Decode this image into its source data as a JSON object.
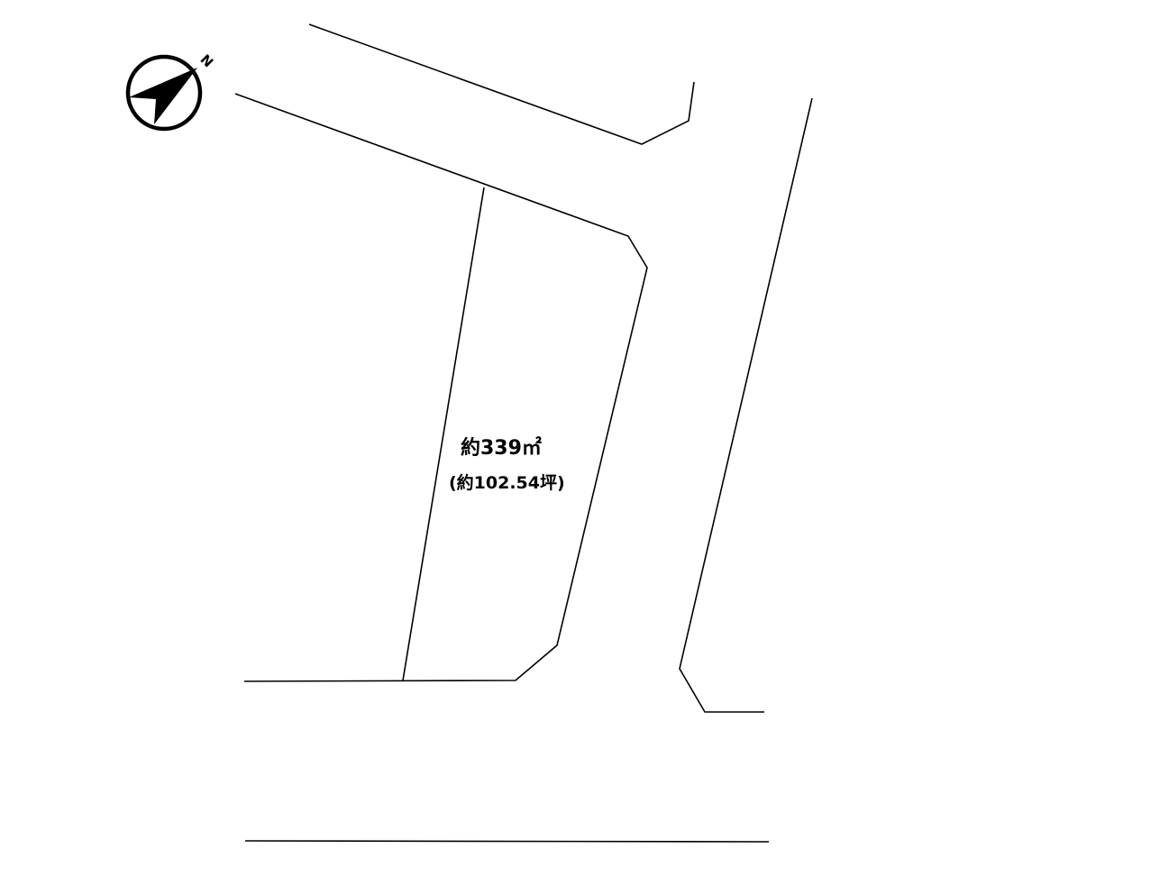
{
  "compass": {
    "north_label": "N",
    "icon": "north-arrow-icon"
  },
  "lot": {
    "area_sqm_label": "約339㎡",
    "area_tsubo_label": "(約102.54坪)"
  },
  "colors": {
    "line": "#000000",
    "background": "#ffffff"
  }
}
